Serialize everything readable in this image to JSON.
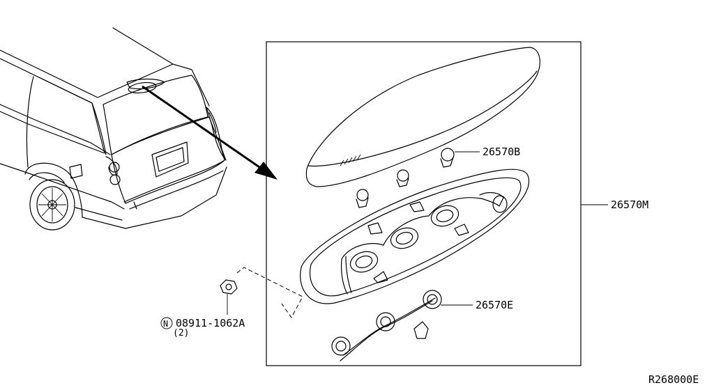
{
  "callouts": {
    "lens": "26570B",
    "assembly": "26570M",
    "socket": "26570E",
    "nut_symbol": "N",
    "nut_part": "08911-1062A",
    "nut_qty": "(2)"
  },
  "drawing_code": "R268000E"
}
